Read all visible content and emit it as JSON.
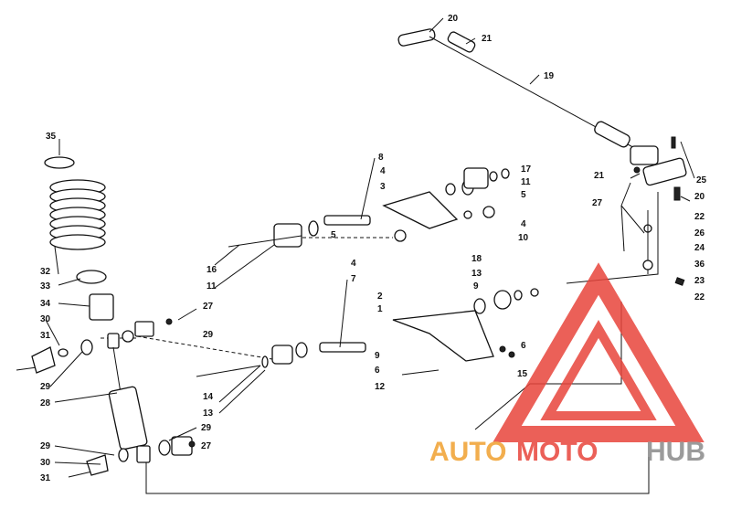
{
  "callouts": {
    "c1": "1",
    "c2": "2",
    "c3": "3",
    "c4a": "4",
    "c4b": "4",
    "c4c": "4",
    "c5a": "5",
    "c5b": "5",
    "c6a": "6",
    "c6b": "6",
    "c7": "7",
    "c8": "8",
    "c9a": "9",
    "c9b": "9",
    "c10": "10",
    "c11a": "11",
    "c11b": "11",
    "c12": "12",
    "c13a": "13",
    "c13b": "13",
    "c14": "14",
    "c15": "15",
    "c16": "16",
    "c17": "17",
    "c18": "18",
    "c19": "19",
    "c20a": "20",
    "c20b": "20",
    "c21a": "21",
    "c21b": "21",
    "c22a": "22",
    "c22b": "22",
    "c23": "23",
    "c24": "24",
    "c25": "25",
    "c26": "26",
    "c27a": "27",
    "c27b": "27",
    "c27c": "27",
    "c28": "28",
    "c29a": "29",
    "c29b": "29",
    "c29c": "29",
    "c29d": "29",
    "c30a": "30",
    "c30b": "30",
    "c31a": "31",
    "c31b": "31",
    "c32": "32",
    "c33": "33",
    "c34": "34",
    "c35": "35",
    "c36": "36"
  },
  "watermark": {
    "part1": "AUTO",
    "part2": "MOTO",
    "part3": "HUB",
    "color_red": "#e8453c",
    "color_orange": "#f0a030",
    "color_gray": "#8a8a8a"
  }
}
